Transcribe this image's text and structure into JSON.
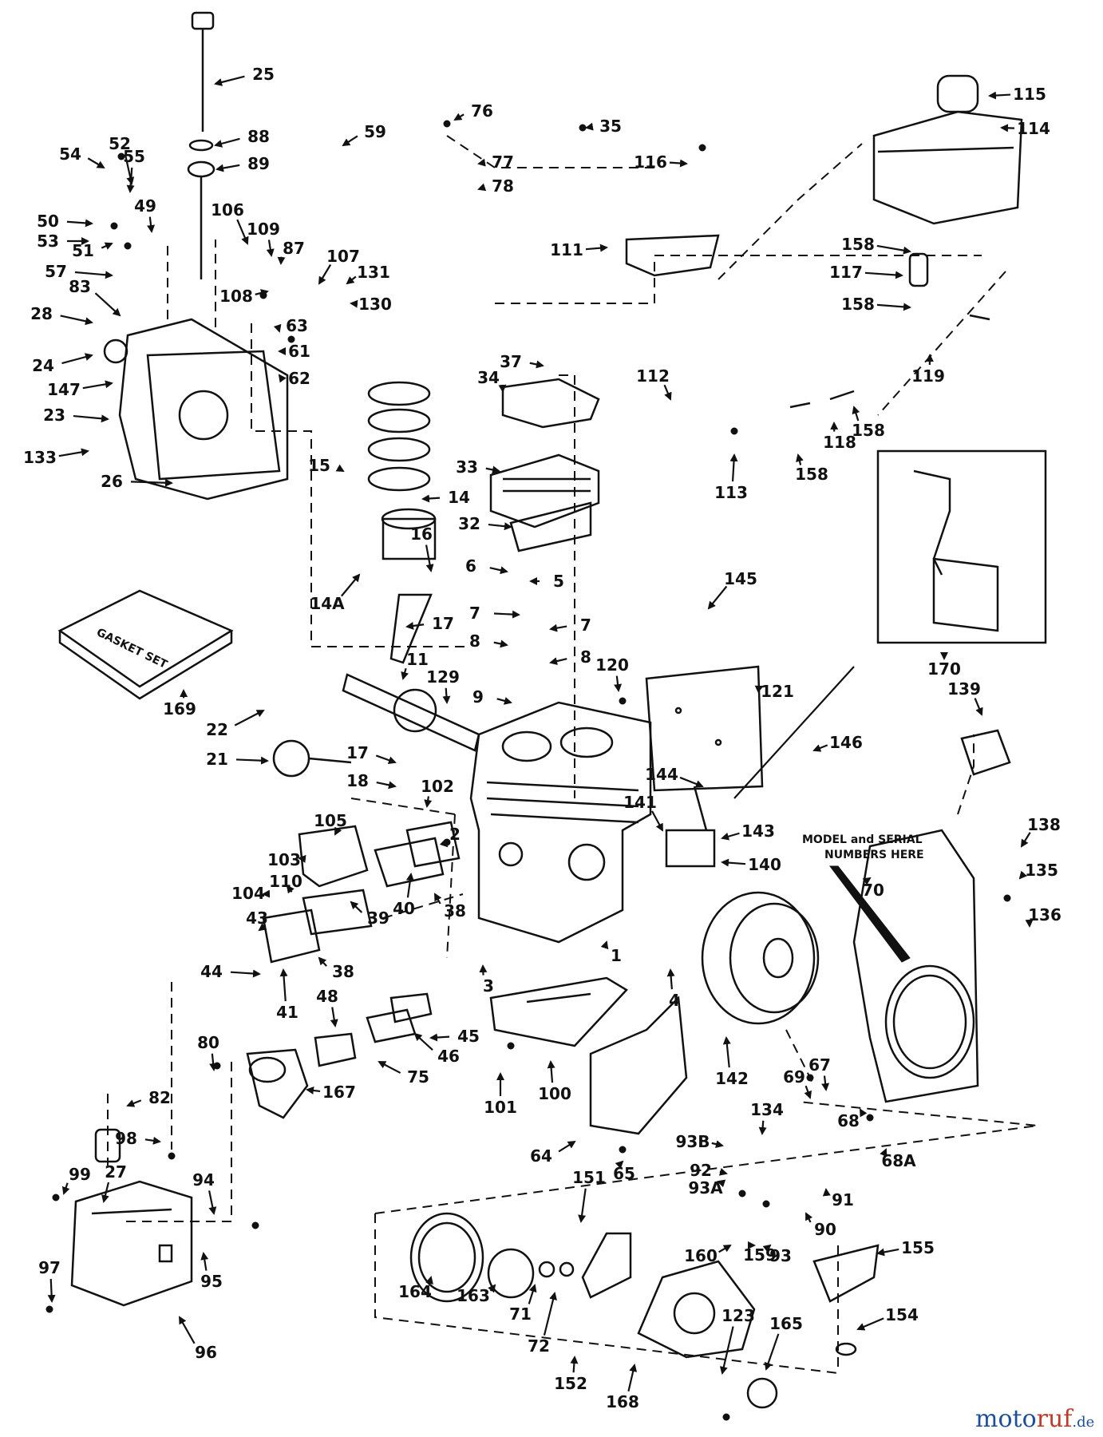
{
  "diagram": {
    "part_labels": [
      "25",
      "88",
      "89",
      "59",
      "52",
      "54",
      "55",
      "50",
      "49",
      "53",
      "51",
      "106",
      "109",
      "87",
      "107",
      "131",
      "108",
      "130",
      "57",
      "83",
      "28",
      "63",
      "61",
      "62",
      "24",
      "147",
      "23",
      "133",
      "26",
      "15",
      "14",
      "16",
      "14A",
      "17",
      "11",
      "129",
      "169",
      "22",
      "21",
      "17",
      "18",
      "76",
      "35",
      "77",
      "78",
      "116",
      "111",
      "115",
      "114",
      "158",
      "117",
      "158",
      "119",
      "37",
      "34",
      "112",
      "118",
      "158",
      "158",
      "113",
      "33",
      "32",
      "6",
      "5",
      "7",
      "7",
      "8",
      "8",
      "9",
      "120",
      "145",
      "121",
      "146",
      "139",
      "170",
      "144",
      "143",
      "141",
      "140",
      "102",
      "105",
      "103",
      "110",
      "104",
      "43",
      "44",
      "2",
      "38",
      "40",
      "39",
      "38",
      "41",
      "3",
      "1",
      "4",
      "138",
      "70",
      "135",
      "136",
      "48",
      "45",
      "46",
      "75",
      "80",
      "167",
      "101",
      "100",
      "64",
      "142",
      "67",
      "69",
      "68",
      "68A",
      "134",
      "93B",
      "65",
      "92",
      "91",
      "90",
      "93A",
      "160",
      "159",
      "93",
      "82",
      "98",
      "99",
      "27",
      "94",
      "95",
      "97",
      "96",
      "164",
      "151",
      "163",
      "71",
      "72",
      "152",
      "155",
      "154",
      "165",
      "123",
      "168"
    ],
    "callout_text": "MODEL and SERIAL NUMBERS HERE",
    "gasket_text": "GASKET SET"
  },
  "watermark": {
    "part1": "moto",
    "part2": "ruf",
    "part3": ".de"
  }
}
